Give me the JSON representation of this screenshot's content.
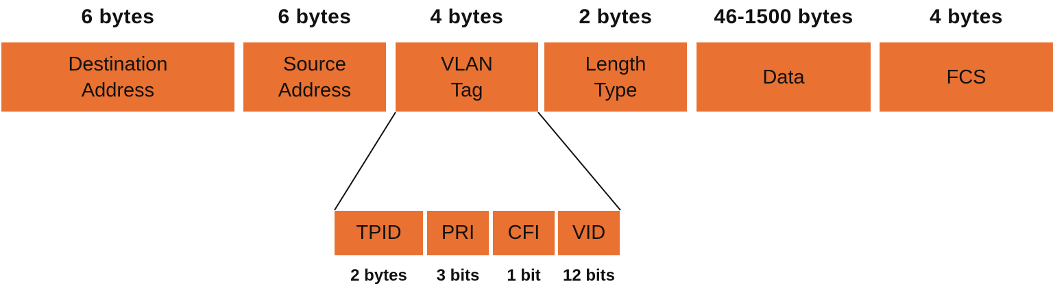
{
  "colors": {
    "box_fill": "#E97132",
    "text": "#111111",
    "connector": "#111111"
  },
  "frame": {
    "fields": [
      {
        "size": "6 bytes",
        "label": "Destination\nAddress"
      },
      {
        "size": "6 bytes",
        "label": "Source\nAddress"
      },
      {
        "size": "4 bytes",
        "label": "VLAN\nTag"
      },
      {
        "size": "2 bytes",
        "label": "Length\nType"
      },
      {
        "size": "46-1500 bytes",
        "label": "Data"
      },
      {
        "size": "4 bytes",
        "label": "FCS"
      }
    ]
  },
  "vlan_tag": {
    "fields": [
      {
        "label": "TPID",
        "size": "2 bytes"
      },
      {
        "label": "PRI",
        "size": "3 bits"
      },
      {
        "label": "CFI",
        "size": "1 bit"
      },
      {
        "label": "VID",
        "size": "12 bits"
      }
    ]
  }
}
